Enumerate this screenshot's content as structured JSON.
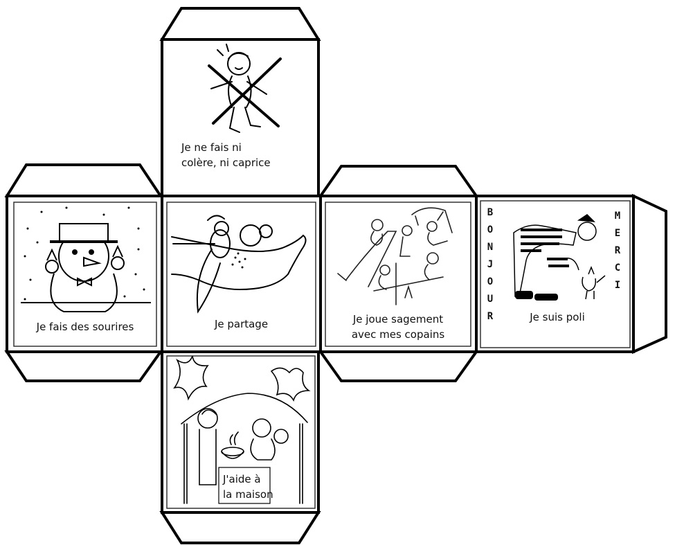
{
  "faces": {
    "top": {
      "caption_lines": [
        "Je ne fais ni",
        "colère, ni caprice"
      ]
    },
    "left": {
      "caption": "Je fais des sourires"
    },
    "center": {
      "caption": "Je partage"
    },
    "right": {
      "caption_lines": [
        "Je joue sagement",
        "avec mes copains"
      ]
    },
    "far_right": {
      "caption": "Je suis poli",
      "side_word_left": [
        "B",
        "O",
        "N",
        "J",
        "O",
        "U",
        "R"
      ],
      "side_word_right": [
        "M",
        "E",
        "R",
        "C",
        "I"
      ]
    },
    "bottom": {
      "caption_lines": [
        "J'aide à",
        "la maison"
      ]
    }
  },
  "colors": {
    "line": "#000000",
    "background": "#ffffff"
  },
  "icons": [
    "crossed-out-tantrum-child-icon",
    "snowman-icon",
    "hand-feeding-birds-icon",
    "playground-children-icon",
    "clown-bowing-dog-icon",
    "kitchen-children-icon"
  ]
}
